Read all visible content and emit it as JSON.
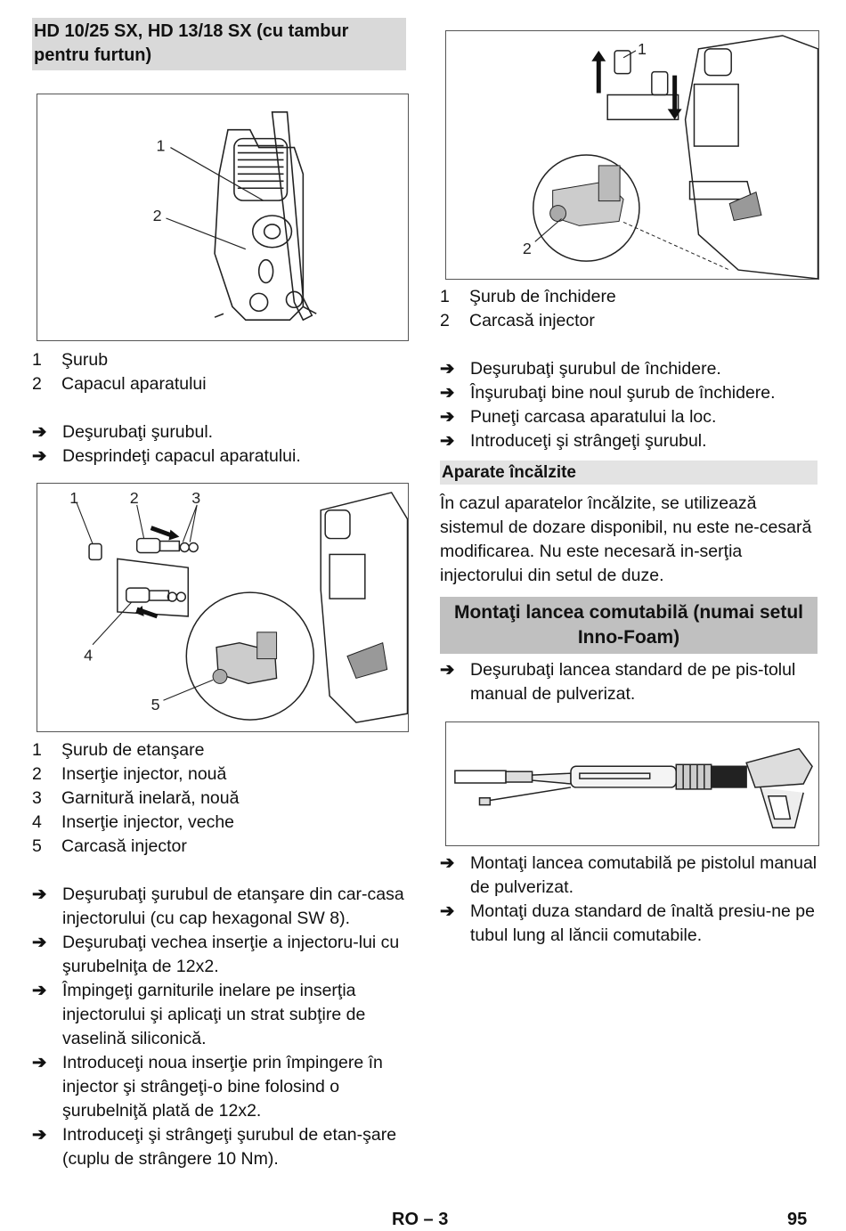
{
  "left": {
    "heading": "HD 10/25 SX, HD 13/18 SX (cu tambur pentru furtun)",
    "fig1_callouts": [
      "1",
      "2"
    ],
    "legend1": [
      {
        "num": "1",
        "text": "Şurub"
      },
      {
        "num": "2",
        "text": "Capacul aparatului"
      }
    ],
    "steps1": [
      "Deşurubaţi şurubul.",
      "Desprindeţi capacul aparatului."
    ],
    "fig2_callouts": [
      "1",
      "2",
      "3",
      "4",
      "5"
    ],
    "legend2": [
      {
        "num": "1",
        "text": "Şurub de etanşare"
      },
      {
        "num": "2",
        "text": "Inserţie injector, nouă"
      },
      {
        "num": "3",
        "text": "Garnitură inelară, nouă"
      },
      {
        "num": "4",
        "text": "Inserţie injector, veche"
      },
      {
        "num": "5",
        "text": "Carcasă injector"
      }
    ],
    "steps2": [
      "Deşurubaţi şurubul de etanşare din car-casa injectorului (cu cap hexagonal SW 8).",
      "Deşurubaţi vechea inserţie a injectoru-lui cu şurubelniţa de 12x2.",
      "Împingeţi garniturile inelare pe inserţia injectorului şi aplicaţi un strat subţire de vaselină siliconică.",
      "Introduceţi noua inserţie prin împingere în injector şi strângeţi-o bine folosind o şurubelniţă plată de 12x2.",
      "Introduceţi şi strângeţi şurubul de etan-şare (cuplu de strângere 10 Nm)."
    ]
  },
  "right": {
    "fig3_callouts": [
      "1",
      "2"
    ],
    "legend3": [
      {
        "num": "1",
        "text": "Şurub de închidere"
      },
      {
        "num": "2",
        "text": "Carcasă injector"
      }
    ],
    "steps3": [
      "Deşurubaţi şurubul de închidere.",
      "Înşurubaţi bine noul şurub de închidere.",
      "Puneţi carcasa aparatului la loc.",
      "Introduceţi şi strângeţi şurubul."
    ],
    "heated_heading": "Aparate încălzite",
    "heated_text": "În cazul aparatelor încălzite, se utilizează sistemul de dozare disponibil, nu este ne-cesară modificarea. Nu este necesară in-serţia injectorului din setul de duze.",
    "lance_heading": "Montaţi lancea comutabilă (numai setul Inno-Foam)",
    "steps4": [
      "Deşurubaţi lancea standard de pe pis-tolul manual de pulverizat."
    ],
    "steps5": [
      "Montaţi lancea comutabilă pe pistolul manual de pulverizat.",
      "Montaţi duza standard de înaltă presiu-ne pe tubul lung al lăncii comutabile."
    ]
  },
  "footer": {
    "section": "RO – 3",
    "page": "95"
  },
  "icons": {
    "step_arrow": "➔"
  }
}
